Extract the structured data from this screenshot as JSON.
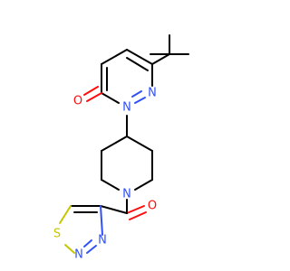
{
  "molecule": {
    "atoms": [
      {
        "id": "N1",
        "label": "N",
        "color": "#3050f8"
      },
      {
        "id": "N2",
        "label": "N",
        "color": "#3050f8"
      },
      {
        "id": "O1",
        "label": "O",
        "color": "#ff0d0d"
      },
      {
        "id": "N3",
        "label": "N",
        "color": "#3050f8"
      },
      {
        "id": "O2",
        "label": "O",
        "color": "#ff0d0d"
      },
      {
        "id": "S1",
        "label": "S",
        "color": "#c6c600"
      },
      {
        "id": "N4",
        "label": "N",
        "color": "#3050f8"
      },
      {
        "id": "N5",
        "label": "N",
        "color": "#3050f8"
      }
    ]
  }
}
